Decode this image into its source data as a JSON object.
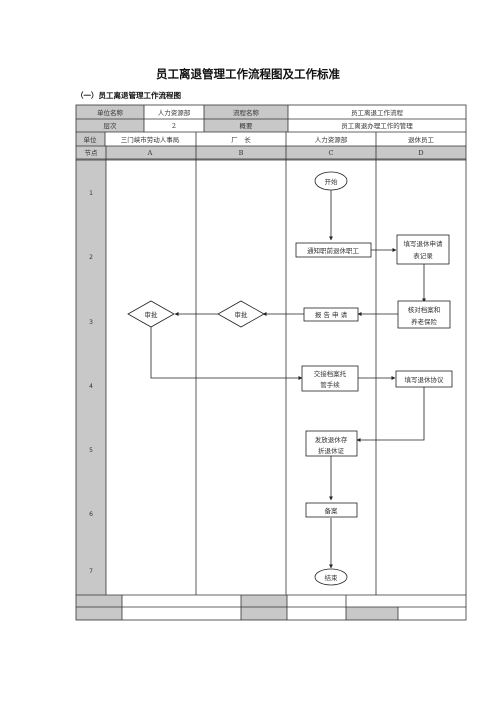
{
  "title": "员工离退管理工作流程图及工作标准",
  "subtitle": "（一）员工离退管理工作流程图",
  "header": {
    "unit_name_label": "单位名称",
    "unit_name_value": "人力资源部",
    "process_name_label": "流程名称",
    "process_name_value": "员工离退工作流程",
    "level_label": "层次",
    "level_value": "2",
    "summary_label": "概要",
    "summary_value": "员工离退办理工作的管理",
    "unit_label": "单位",
    "units": [
      "三门峡市劳动人事局",
      "厂　长",
      "人力资源部",
      "退休员工"
    ],
    "node_label": "节点",
    "columns": [
      "A",
      "B",
      "C",
      "D"
    ]
  },
  "rows": [
    "1",
    "2",
    "3",
    "4",
    "5",
    "6",
    "7"
  ],
  "nodes": {
    "start": "开始",
    "notify_retire": "通知职前退休职工",
    "fill_application_1": "填写退休申请",
    "fill_application_2": "表记录",
    "submit": "报 告 申 请",
    "verify_1": "核对档案和",
    "verify_2": "养老保险",
    "approve_b": "审批",
    "approve_a": "审批",
    "handover_1": "交接档案托",
    "handover_2": "管手续",
    "fill_agreement": "填写退休协议",
    "issue_1": "发放退休存",
    "issue_2": "折退休证",
    "archive": "备案",
    "end": "结束"
  },
  "colors": {
    "header_fill": "#c8c8c8",
    "line": "#333333"
  }
}
